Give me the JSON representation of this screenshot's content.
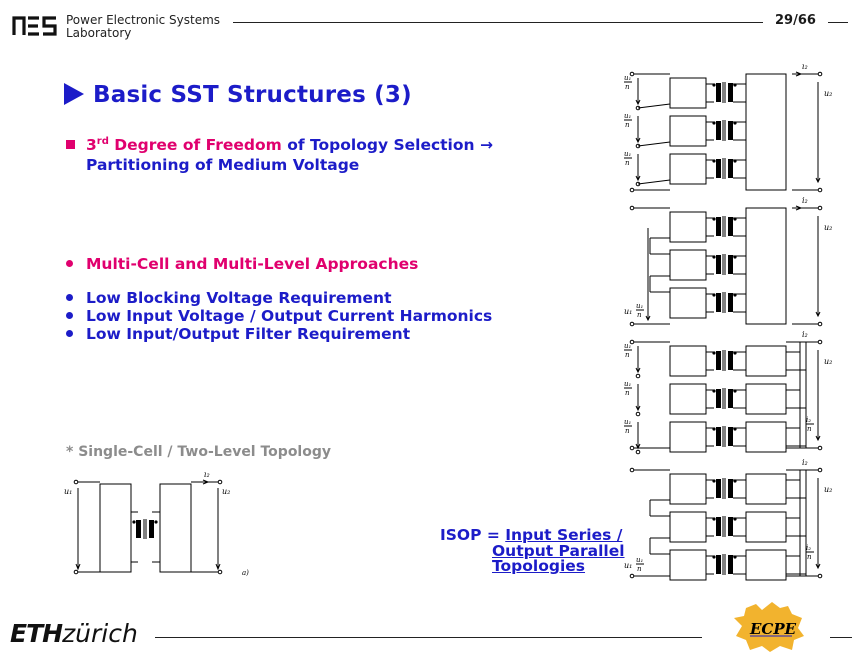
{
  "header": {
    "lab_line1": "Power Electronic Systems",
    "lab_line2": "Laboratory",
    "page_number": "29/66"
  },
  "title": "Basic SST Structures (3)",
  "main_point": {
    "number": "3",
    "ordinal": "rd",
    "highlight": "Degree of Freedom",
    "rest_line1": "of Topology Selection →",
    "line2": "Partitioning of Medium Voltage"
  },
  "bullets_pink": [
    "Multi-Cell and Multi-Level Approaches"
  ],
  "bullets_blue": [
    "Low Blocking Voltage Requirement",
    "Low Input Voltage / Output Current Harmonics",
    "Low Input/Output Filter Requirement"
  ],
  "single_cell_note": "*  Single-Cell / Two-Level Topology",
  "isop": {
    "prefix": "ISOP = ",
    "line1": "Input Series /",
    "line2": "Output Parallel",
    "line3": "Topologies"
  },
  "footer": {
    "eth_bold": "ETH",
    "eth_rest": "zürich",
    "ecpe": "ECPE"
  },
  "diagram_labels": {
    "u1": "u₁",
    "u2": "u₂",
    "i2": "i₂",
    "u1n_num": "u₁",
    "u1n_den": "n",
    "i2n_num": "i₂",
    "i2n_den": "n",
    "a": "a)"
  },
  "colors": {
    "blue": "#1c1cc8",
    "pink": "#e0006e",
    "gray": "#8c8c8c",
    "ecpe_orange": "#f2b32e"
  }
}
